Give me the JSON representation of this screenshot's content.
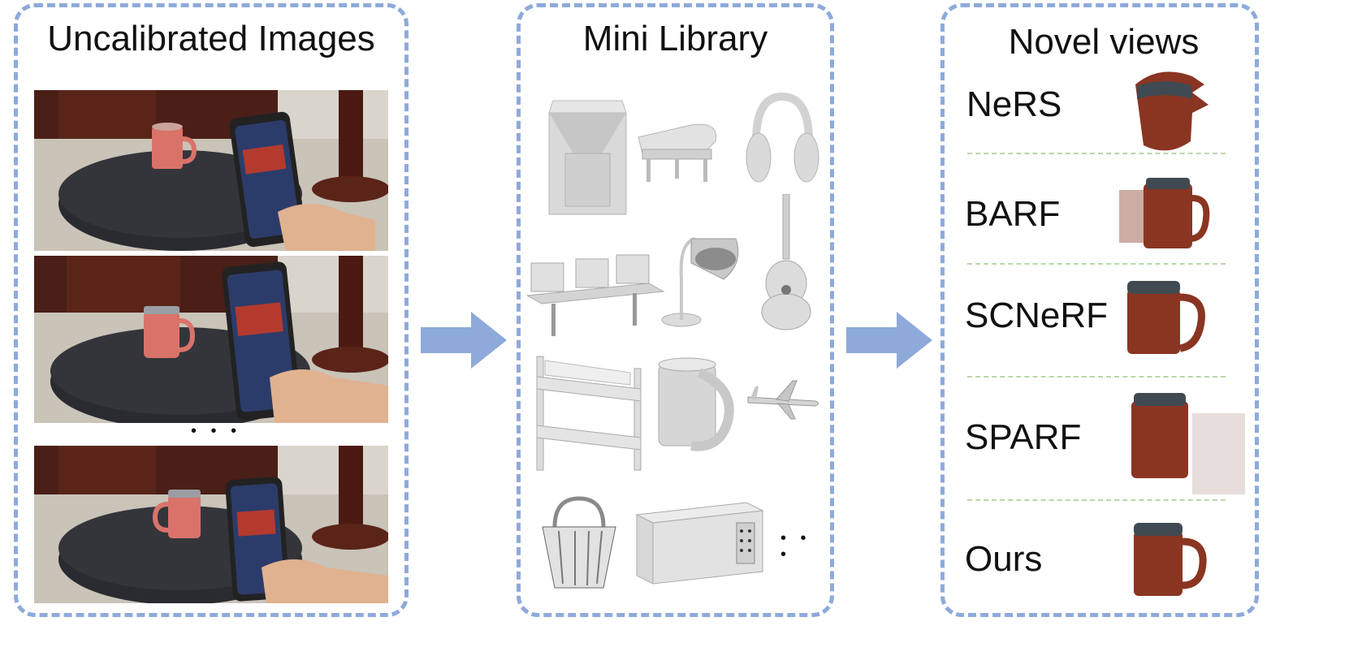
{
  "panels": {
    "left": {
      "title": "Uncalibrated Images",
      "ellipsis": "• • •"
    },
    "middle": {
      "title": "Mini Library",
      "ellipsis": "• • •"
    },
    "right": {
      "title": "Novel views",
      "methods": [
        "NeRS",
        "BARF",
        "SCNeRF",
        "SPARF",
        "Ours"
      ]
    }
  },
  "colors": {
    "border": "#8eaadb",
    "arrow": "#8eaadb",
    "separator": "#b9d7a6",
    "mug": "#8a3522",
    "lid": "#3f4a52"
  }
}
